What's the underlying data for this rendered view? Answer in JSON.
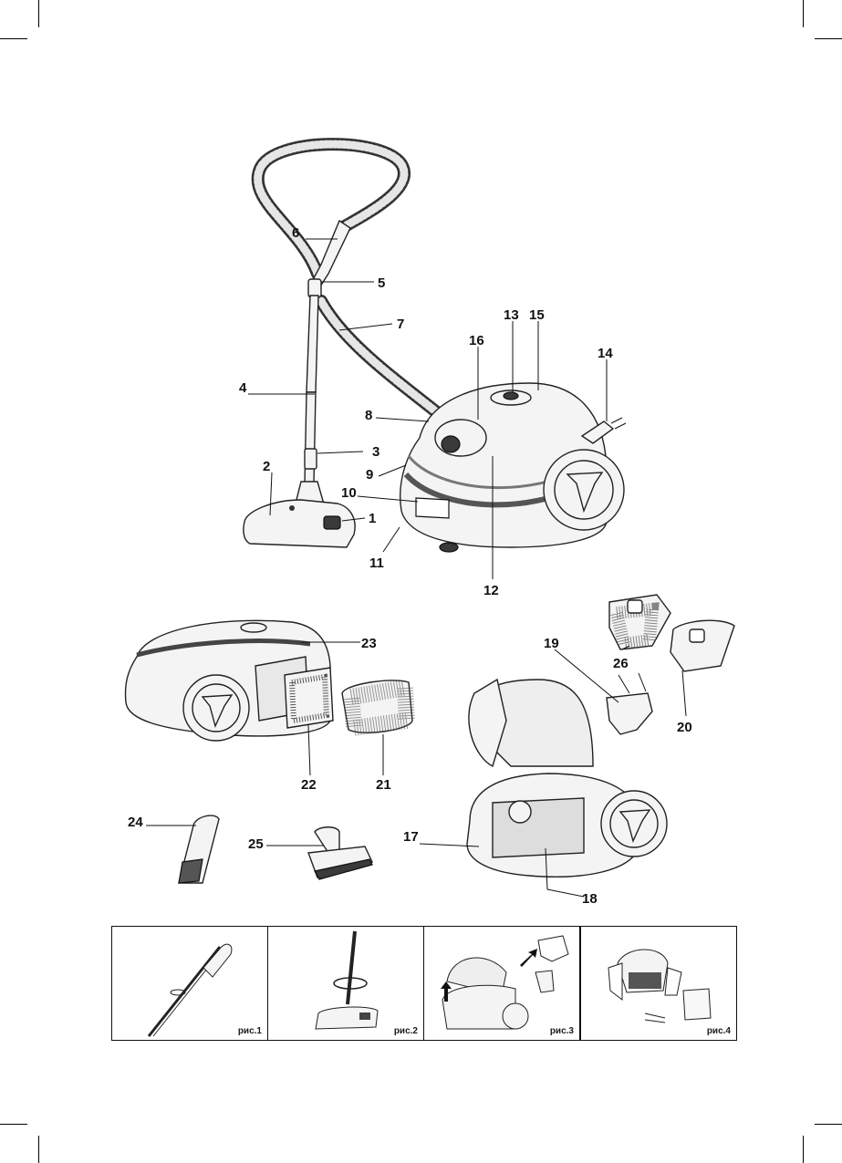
{
  "callouts": {
    "c1": "1",
    "c2": "2",
    "c3": "3",
    "c4": "4",
    "c5": "5",
    "c6": "6",
    "c7": "7",
    "c8": "8",
    "c9": "9",
    "c10": "10",
    "c11": "11",
    "c12": "12",
    "c13": "13",
    "c14": "14",
    "c15": "15",
    "c16": "16",
    "c17": "17",
    "c18": "18",
    "c19": "19",
    "c20": "20",
    "c21": "21",
    "c22": "22",
    "c23": "23",
    "c24": "24",
    "c25": "25",
    "c26": "26"
  },
  "figures": [
    {
      "label": "рис.1"
    },
    {
      "label": "рис.2"
    },
    {
      "label": "рис.3"
    },
    {
      "label": "рис.4"
    }
  ],
  "colors": {
    "ink": "#111111",
    "paper": "#ffffff",
    "fill": "#f4f4f4"
  }
}
